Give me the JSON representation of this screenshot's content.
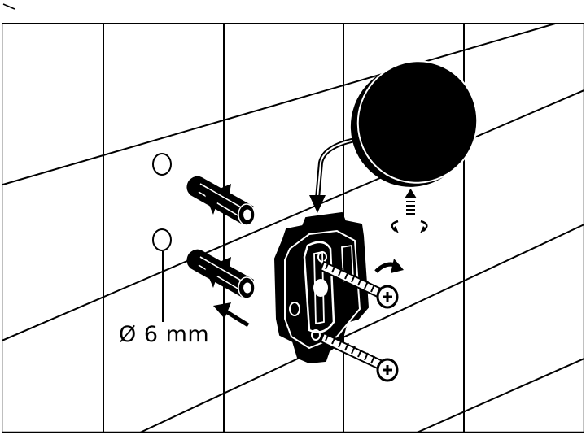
{
  "diagram": {
    "hole_diameter_label": "Ø 6 mm"
  },
  "colors": {
    "ink": "#000000",
    "paper": "#ffffff"
  },
  "parts": [
    {
      "name": "wall-tiles"
    },
    {
      "name": "drill-hole"
    },
    {
      "name": "wall-plug"
    },
    {
      "name": "mounting-bracket"
    },
    {
      "name": "screw"
    },
    {
      "name": "round-cover-cap"
    }
  ]
}
